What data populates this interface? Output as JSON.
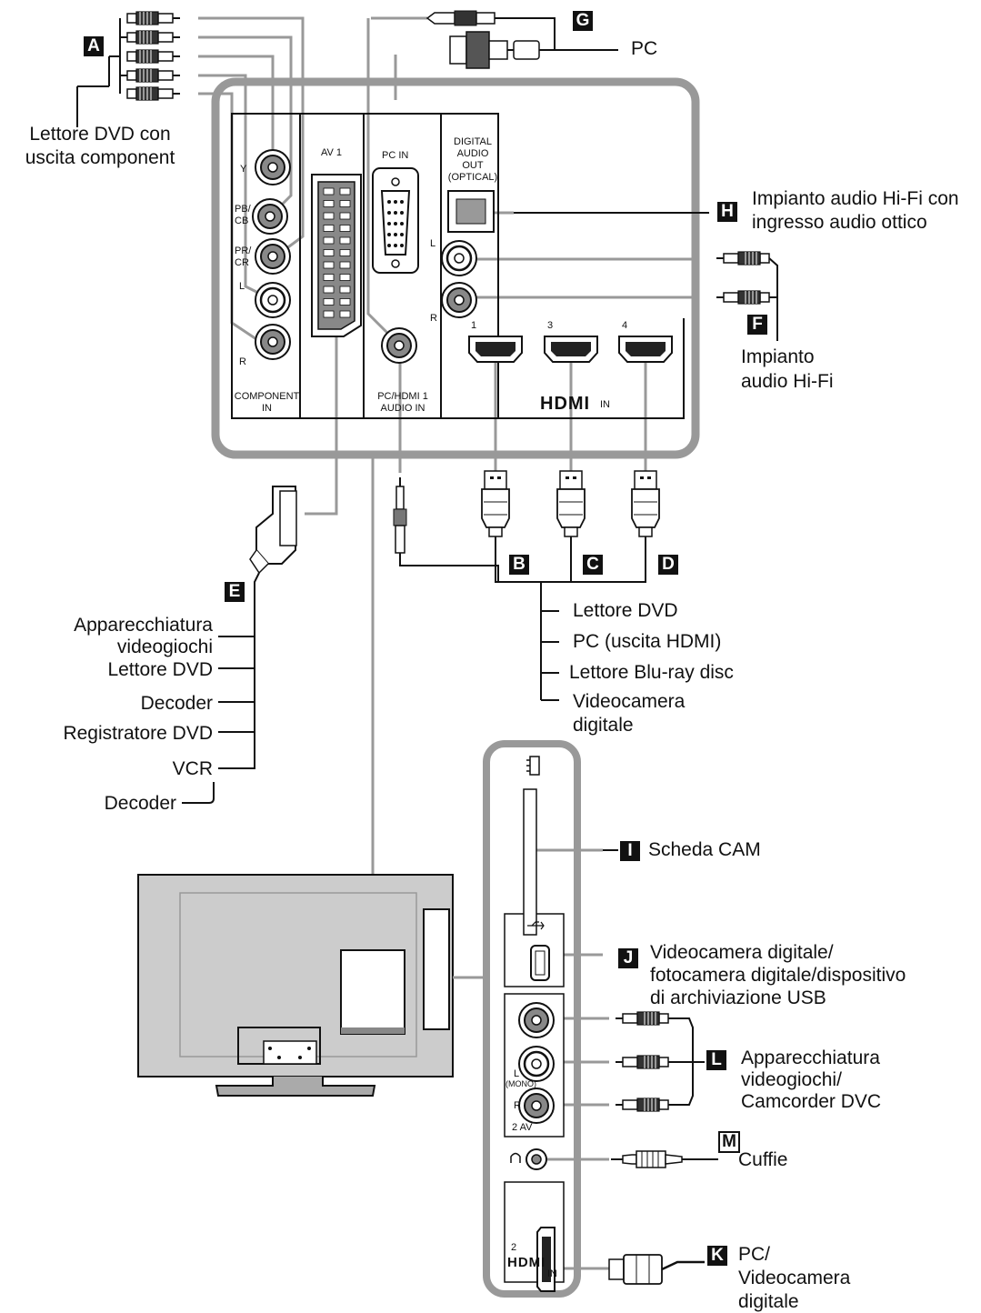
{
  "badges": {
    "a": "A",
    "b": "B",
    "c": "C",
    "d": "D",
    "e": "E",
    "f": "F",
    "g": "G",
    "h": "H",
    "i": "I",
    "j": "J",
    "k": "K",
    "l": "L",
    "m": "M"
  },
  "labels": {
    "pc_top": "PC",
    "dvd_component_1": "Lettore DVD con",
    "dvd_component_2": "uscita component",
    "hifi_optical_1": "Impianto audio Hi-Fi con",
    "hifi_optical_2": "ingresso audio ottico",
    "hifi_1": "Impianto",
    "hifi_2": "audio Hi-Fi",
    "bcd_items": [
      "Lettore DVD",
      "PC (uscita HDMI)",
      "Lettore Blu-ray disc",
      "Videocamera",
      "digitale"
    ],
    "e_items": [
      "Apparecchiatura",
      "videogiochi",
      "Lettore DVD",
      "Decoder",
      "Registratore DVD",
      "VCR",
      "Decoder"
    ],
    "cam": "Scheda CAM",
    "usb_1": "Videocamera digitale/",
    "usb_2": "fotocamera digitale/dispositivo",
    "usb_3": "di archiviazione USB",
    "av2_1": "Apparecchiatura",
    "av2_2": "videogiochi/",
    "av2_3": "Camcorder DVC",
    "cuffie": "Cuffie",
    "k_1": "PC/",
    "k_2": "Videocamera",
    "k_3": "digitale"
  },
  "panel": {
    "av1": "AV 1",
    "pc_in": "PC IN",
    "digital_1": "DIGITAL",
    "digital_2": "AUDIO",
    "digital_3": "OUT",
    "digital_4": "(OPTICAL)",
    "y": "Y",
    "pb": "PB/",
    "cb": "CB",
    "pr": "PR/",
    "cr": "CR",
    "l": "L",
    "r": "R",
    "component_1": "COMPONENT",
    "component_2": "IN",
    "pchdmi_1": "PC/HDMI 1",
    "pchdmi_2": "AUDIO IN",
    "hdmi_nums": [
      "1",
      "3",
      "4"
    ],
    "hdmi_logo": "HDMI",
    "in": "IN",
    "side_l": "L",
    "side_mono": "(MONO)",
    "side_r": "R",
    "side_av": "2  AV",
    "side_hdmi_num": "2",
    "side_hdmi": "HDMI",
    "side_in": "IN"
  }
}
